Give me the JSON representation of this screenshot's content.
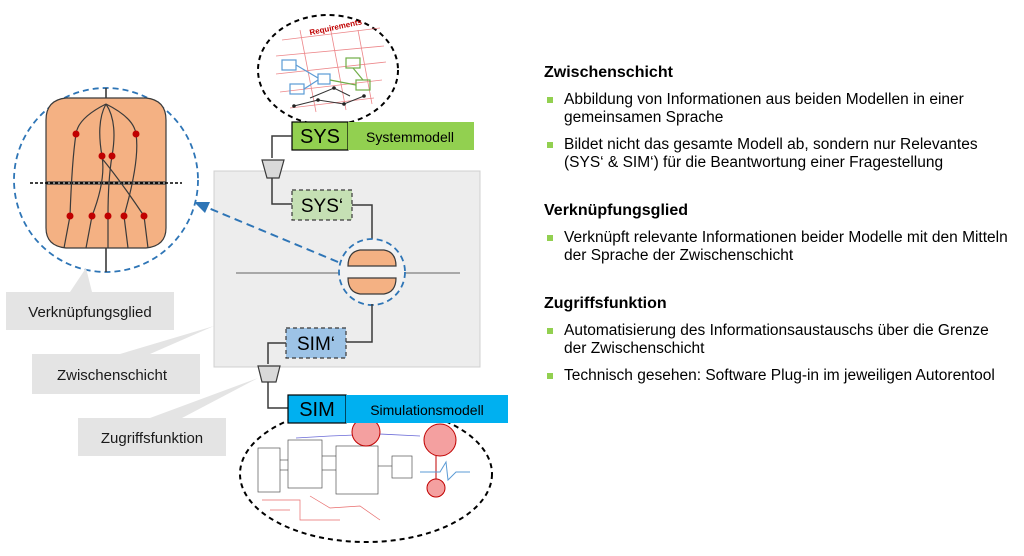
{
  "diagram": {
    "sys_tag": "SYS",
    "sys_model": "Systemmodell",
    "sys_prime": "SYS‘",
    "sim_prime": "SIM‘",
    "sim_tag": "SIM",
    "sim_model": "Simulationsmodell",
    "requirements_text": "Requirements",
    "callouts": {
      "link": "Verknüpfungsglied",
      "layer": "Zwischenschicht",
      "access": "Zugriffsfunktion"
    },
    "colors": {
      "sys_green": "#92d050",
      "sim_blue": "#00b0f0",
      "joint_orange": "#f4b183",
      "dashed_blue": "#2e75b6",
      "layer_grey": "#ededed"
    }
  },
  "text_panel": {
    "sections": [
      {
        "title": "Zwischenschicht",
        "bullets": [
          "Abbildung von Informationen aus beiden Modellen in einer gemeinsamen Sprache",
          "Bildet nicht das gesamte Modell ab, sondern nur Relevantes (SYS‘ & SIM‘) für die Beantwortung einer Fragestellung"
        ]
      },
      {
        "title": "Verknüpfungsglied",
        "bullets": [
          "Verknüpft relevante Informationen beider Modelle mit den Mitteln der Sprache der Zwischenschicht"
        ]
      },
      {
        "title": "Zugriffsfunktion",
        "bullets": [
          "Automatisierung des Informationsaustauschs über die Grenze der Zwischenschicht",
          "Technisch gesehen: Software Plug-in im jeweiligen Autorentool"
        ]
      }
    ]
  }
}
